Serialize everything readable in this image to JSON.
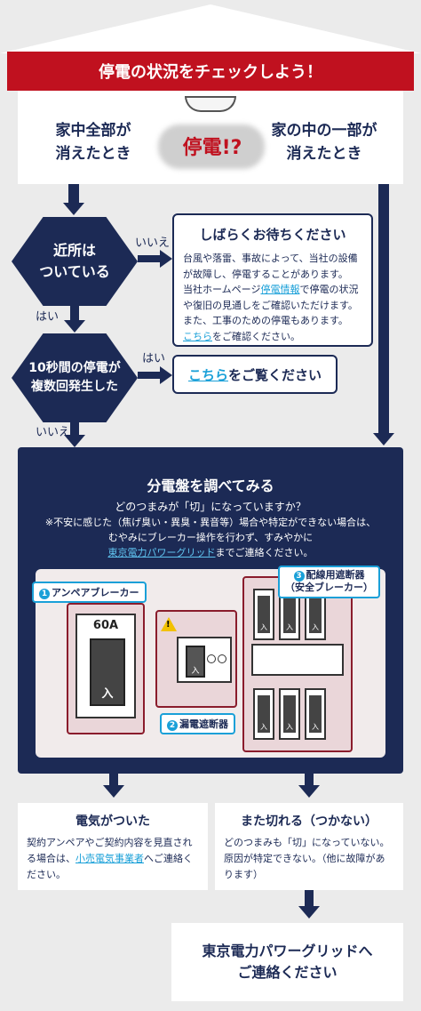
{
  "header": {
    "title": "停電の状況をチェックしよう！"
  },
  "top": {
    "left": "家中全部が\n消えたとき",
    "center": "停電!?",
    "right": "家の中の一部が\n消えたとき"
  },
  "q1": {
    "text": "近所は\nついている",
    "no": "いいえ",
    "yes": "はい"
  },
  "wait": {
    "title": "しばらくお待ちください",
    "p1": "台風や落雷、事故によって、当社の設備が故障し、停電することがあります。",
    "p2a": "当社ホームページ",
    "p2link": "停電情報",
    "p2b": "で停電の状況や復旧の見通しをご確認いただけます。",
    "p3": "また、工事のための停電もあります。",
    "p4link": "こちら",
    "p4b": "をご確認ください。"
  },
  "q2": {
    "text": "10秒間の停電が\n複数回発生した",
    "yes": "はい",
    "no": "いいえ"
  },
  "see": {
    "link": "こちら",
    "text": "をご覧ください"
  },
  "panel": {
    "title": "分電盤を調べてみる",
    "q": "どのつまみが「切」になっていますか？",
    "note1": "※不安に感じた（焦げ臭い・異臭・異音等）場合や特定ができない場合は、",
    "note2": "むやみにブレーカー操作を行わず、すみやかに",
    "note3link": "東京電力パワーグリッド",
    "note3b": "までご連絡ください。",
    "b1": {
      "num": "1",
      "label": "アンペアブレーカー",
      "amp": "60A",
      "on": "入"
    },
    "b2": {
      "num": "2",
      "label": "漏電遮断器",
      "on": "入",
      "warn": "!"
    },
    "b3": {
      "num": "3",
      "label": "配線用遮断器",
      "sub": "（安全ブレーカー）",
      "on": "入"
    }
  },
  "res1": {
    "title": "電気がついた",
    "t1": "契約アンペアやご契約内容を見直される場合は、",
    "link": "小売電気事業者",
    "t2": "へご連絡ください。"
  },
  "res2": {
    "title": "また切れる（つかない）",
    "t": "どのつまみも「切」になっていない。原因が特定できない。（他に故障があります）"
  },
  "contact": {
    "text": "東京電力パワーグリッドへ\nご連絡ください"
  },
  "colors": {
    "navy": "#1c2a55",
    "red": "#c0111f",
    "accent": "#1aa0d8"
  }
}
